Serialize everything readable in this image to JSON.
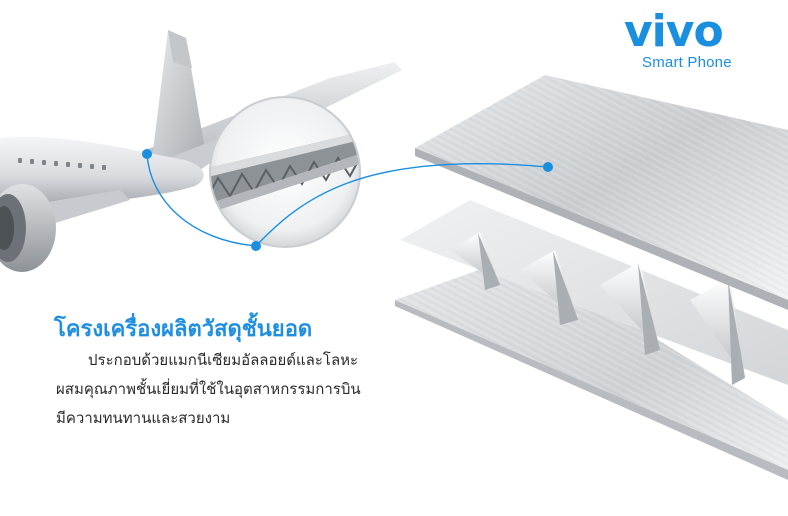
{
  "brand": {
    "logo_text": "vivo",
    "tagline": "Smart Phone",
    "accent_color": "#1a8fe0"
  },
  "headline": "โครงเครื่องผลิตวัสดุชั้นยอด",
  "body": {
    "lines": [
      "ประกอบด้วยแมกนีเซียมอัลลอยด์และโลหะ",
      "ผสมคุณภาพชั้นเยี่ยมที่ใช้ในอุตสาหกรรมการบิน",
      "มีความทนทานและสวยงาม"
    ]
  },
  "illustration": {
    "subjects": [
      "airplane",
      "wing-structure-magnifier",
      "metal-layers"
    ]
  }
}
